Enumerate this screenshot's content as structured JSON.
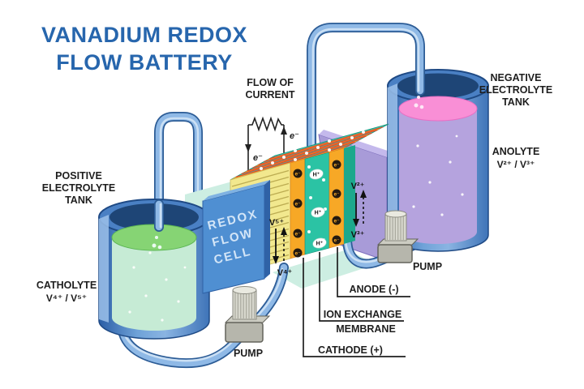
{
  "title": {
    "line1": "VANADIUM REDOX",
    "line2": "FLOW BATTERY"
  },
  "circuit": {
    "label_line1": "FLOW OF",
    "label_line2": "CURRENT",
    "electron_left": "e⁻",
    "electron_right": "e⁻"
  },
  "left_side": {
    "tank_label": [
      "POSITIVE",
      "ELECTROLYTE",
      "TANK"
    ],
    "electrolyte_name": "CATHOLYTE",
    "species": "V⁴⁺ / V⁵⁺",
    "pump_label": "PUMP"
  },
  "right_side": {
    "tank_label": [
      "NEGATIVE",
      "ELECTROLYTE",
      "TANK"
    ],
    "electrolyte_name": "ANOLYTE",
    "species": "V²⁺ / V³⁺",
    "pump_label": "PUMP"
  },
  "cell": {
    "plate_label": [
      "REDOX",
      "FLOW",
      "CELL"
    ],
    "anode_label": "ANODE (-)",
    "membrane_label": [
      "ION EXCHANGE",
      "MEMBRANE"
    ],
    "cathode_label": "CATHODE (+)",
    "proton": "H⁺",
    "electron": "e⁻",
    "species": {
      "v5": "V⁵⁺",
      "v4": "V⁴⁺",
      "v2": "V²⁺",
      "v3": "V³⁺"
    }
  },
  "colors": {
    "title": "#2766ad",
    "text": "#1e1e1e",
    "pipe": "#8fb9e6",
    "tank_blue": "#4a80c4",
    "catholyte_green": "#86d474",
    "anolyte_pink": "#f98fd6",
    "anolyte_purple": "#b5a3de",
    "electrode_yellow": "#f2e88e",
    "electrode_orange": "#f7a826",
    "membrane_teal": "#2bc3a4",
    "plate_purple": "#a89bd8",
    "cell_plate_blue": "#4f8fd2",
    "separator_red": "#e0482a"
  }
}
